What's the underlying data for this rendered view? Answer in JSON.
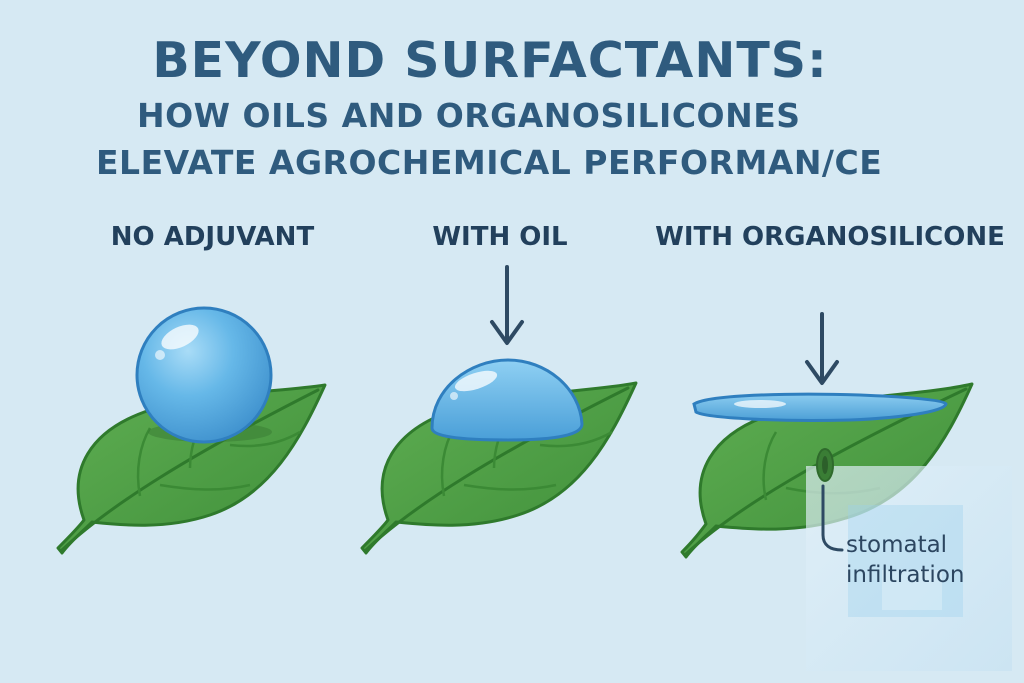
{
  "title": "BEYOND SURFACTANTS:",
  "subtitle_line1": "HOW OILS AND ORGANOSILICONES",
  "subtitle_line2": "ELEVATE AGROCHEMICAL PERFORMAN/CE",
  "panels": [
    {
      "label": "NO ADJUVANT"
    },
    {
      "label": "WITH OIL"
    },
    {
      "label": "WITH ORGANOSILICONE"
    }
  ],
  "callout": {
    "line1": "stomatal",
    "line2": "infiltration"
  },
  "colors": {
    "background": "#d6e9f3",
    "heading": "#2f5b7e",
    "leaf": "#4f9e45",
    "leaf_dark": "#2f7a2c",
    "droplet": "#5aaee0",
    "droplet_edge": "#2f7fbf",
    "arrow": "#2e4a63"
  }
}
